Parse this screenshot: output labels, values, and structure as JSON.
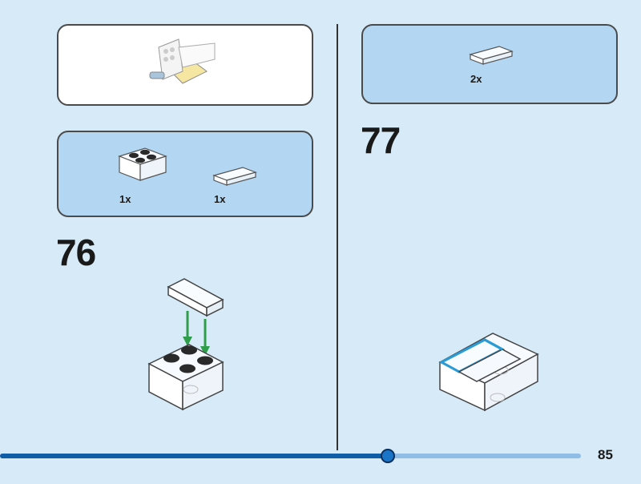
{
  "steps": {
    "step76": {
      "number": "76",
      "parts": [
        {
          "qty": "1x",
          "icon": "transparent-2x2-brick-icon"
        },
        {
          "qty": "1x",
          "icon": "transparent-1x2-tile-icon"
        }
      ]
    },
    "step77": {
      "number": "77",
      "parts": [
        {
          "qty": "2x",
          "icon": "transparent-1x2-tile-icon"
        }
      ]
    }
  },
  "page": {
    "number": "85"
  },
  "progress": {
    "fraction": 0.667
  },
  "colors": {
    "background": "#d6eaf8",
    "callout": "#b3d7f2",
    "arrow": "#2e9e4a",
    "highlight": "#2a9bd4",
    "progress": "#0f5fa8"
  }
}
